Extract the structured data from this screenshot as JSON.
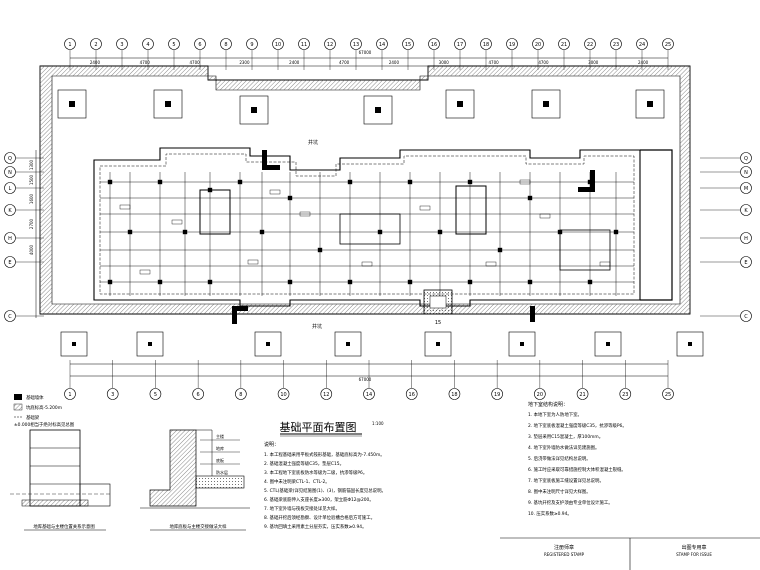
{
  "drawing": {
    "main_title": "基础平面布置图",
    "main_title_scale": "1:100",
    "total_dimension_top": "67000",
    "total_dimension_bottom": "67000"
  },
  "axes": {
    "top": [
      "1",
      "2",
      "3",
      "4",
      "5",
      "6",
      "8",
      "9",
      "10",
      "11",
      "12",
      "13",
      "14",
      "15",
      "16",
      "17",
      "18",
      "19",
      "20",
      "21",
      "22",
      "23",
      "24",
      "25"
    ],
    "bottom": [
      "1",
      "3",
      "5",
      "6",
      "8",
      "10",
      "12",
      "14",
      "16",
      "18",
      "19",
      "20",
      "21",
      "23",
      "25"
    ],
    "left": [
      "Q",
      "N",
      "L",
      "K",
      "H",
      "E",
      "C"
    ],
    "right": [
      "Q",
      "N",
      "M",
      "K",
      "H",
      "E",
      "C"
    ]
  },
  "dimensions": {
    "top": [
      "2400",
      "4700",
      "4700",
      "2300",
      "2400",
      "4700",
      "2400",
      "3000",
      "4700",
      "4700",
      "3000",
      "2400"
    ],
    "left": [
      "1300",
      "1500",
      "1600",
      "2700",
      "4000"
    ]
  },
  "labels": {
    "well_upper": "井坑",
    "well_lower": "井坑",
    "pit": "15"
  },
  "legend": {
    "items": [
      "基础墙体",
      "坑底标高-5.200m",
      "基础梁"
    ],
    "note": "±0.000相当于绝对标高见总图"
  },
  "details": {
    "left_caption": "地库基础与主楼位置关系示意图",
    "mid_caption": "地库底板与主楼交接做法大样",
    "mid_labels": [
      "主楼",
      "地库",
      "底板",
      "防水层"
    ]
  },
  "notes_mid": {
    "title": "说明：",
    "items": [
      "1. 本工程基础采用平板式筏形基础，基础底标高为-7.450m。",
      "2. 基础混凝土强度等级C35，垫层C15。",
      "3. 本工程地下室底板防水等级为二级，抗渗等级P6。",
      "4. 图中未注明梁CTL-1、CTL-2。",
      "5. CTL(基础梁)详见结施图(1)、(3)，钢筋锚固长度见总说明。",
      "6. 基础梁底筋伸入支座长度≥300，架立筋Φ12@200。",
      "7. 地下室外墙与筏板交接处详见大样。",
      "8. 基础开挖后须经勘察、设计单位验槽合格后方可施工。",
      "9. 基坑回填土采用素土分层夯实，压实系数≥0.94。"
    ]
  },
  "notes_right": {
    "title": "地下室结构说明：",
    "items": [
      "1. 本地下室为人防地下室。",
      "2. 地下室底板混凝土强度等级C35，抗渗等级P6。",
      "3. 垫层采用C15混凝土，厚100mm。",
      "4. 地下室外墙防水做法详见建施图。",
      "5. 后浇带做法详见结构总说明。",
      "6. 施工时应采取可靠措施控制大体积混凝土裂缝。",
      "7. 地下室底板施工缝设置详见总说明。",
      "8. 图中未注明尺寸详见大样图。",
      "9. 基坑开挖及支护须由专业单位设计施工。",
      "10. 压实系数≥0.94。"
    ]
  },
  "titleblock": {
    "cell1": "注册师章",
    "cell1_en": "REGISTERED STAMP",
    "cell2": "出图专用章",
    "cell2_en": "STAMP FOR ISSUE"
  },
  "colors": {
    "line": "#000000",
    "hatch": "#555555",
    "column_fill": "#000000"
  }
}
